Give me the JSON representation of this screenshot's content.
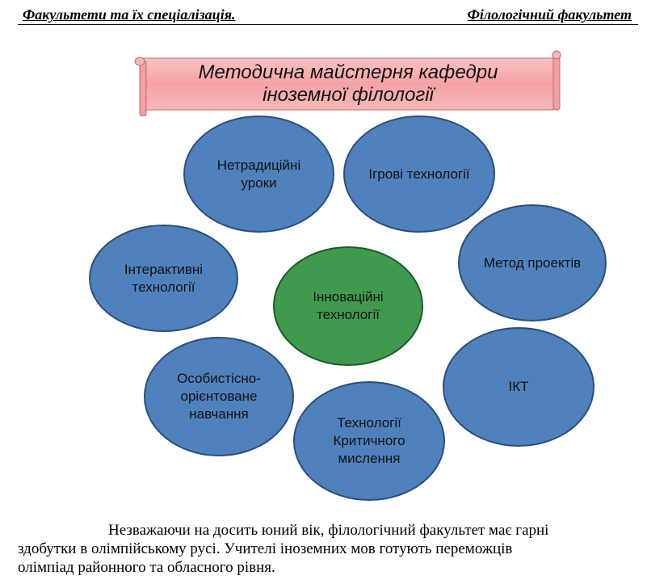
{
  "header": {
    "left": "Факультети та їх спеціалізація.",
    "right": "Філологічний  факультет"
  },
  "banner": {
    "line1": "Методична майстерня кафедри",
    "line2": "іноземної філології"
  },
  "diagram": {
    "center": "Інноваційні\nтехнології",
    "nodes": [
      "Нетрадиційні\nуроки",
      "Ігрові технології",
      "Метод проектів",
      "ІКТ",
      "Технології\nКритичного\nмислення",
      "Особистісно-\nорієнтоване\nнавчання",
      "Інтерактивні\nтехнології"
    ]
  },
  "paragraph": {
    "line1": "Незважаючи на досить юний вік, філологічний факультет має гарні",
    "line2": "здобутки в олімпійському русі.  Учителі іноземних мов  готують переможців",
    "line3": "олімпіад районного та обласного рівня."
  },
  "colors": {
    "node_fill": "#4f81bd",
    "center_fill": "#3f9a4e",
    "banner_fill": "#f4a7a9"
  }
}
